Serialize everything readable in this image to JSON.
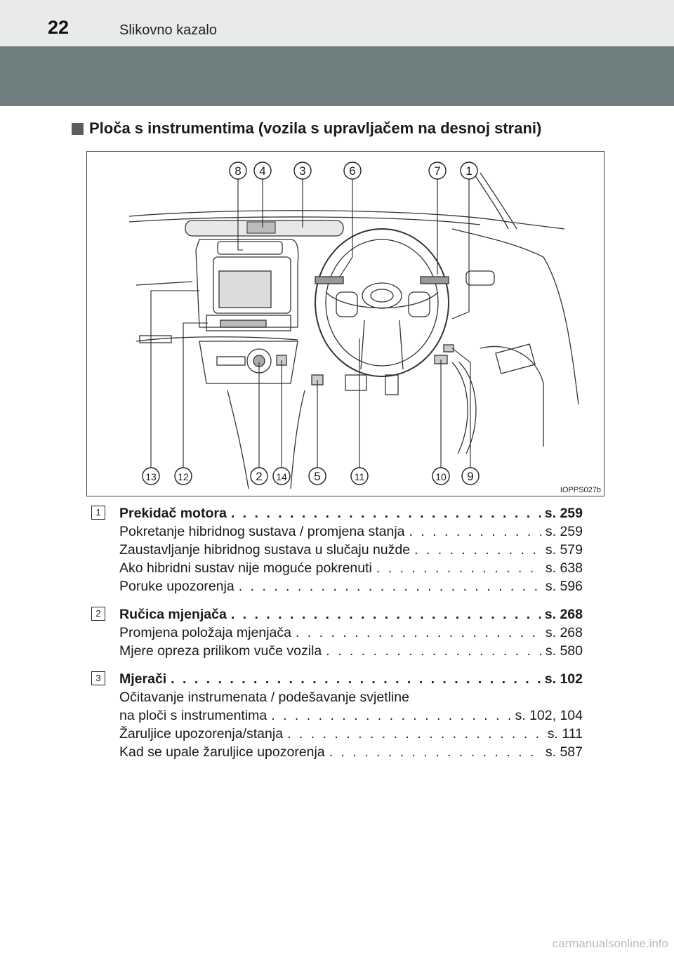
{
  "header": {
    "page_number": "22",
    "title": "Slikovno kazalo"
  },
  "section": {
    "heading": "Ploča s instrumentima (vozila s upravljačem na desnoj strani)"
  },
  "figure": {
    "code": "IOPPS027b",
    "callouts_top": [
      "8",
      "4",
      "3",
      "6",
      "7",
      "1"
    ],
    "callouts_bottom": [
      "13",
      "12",
      "2",
      "14",
      "5",
      "11",
      "10",
      "9"
    ]
  },
  "entries": [
    {
      "num": "1",
      "title": "Prekidač motora",
      "ref": "s. 259",
      "subs": [
        {
          "text": "Pokretanje hibridnog sustava / promjena stanja",
          "ref": "s. 259"
        },
        {
          "text": "Zaustavljanje hibridnog sustava u slučaju nužde",
          "ref": "s. 579"
        },
        {
          "text": "Ako hibridni sustav nije moguće pokrenuti",
          "ref": "s. 638"
        },
        {
          "text": "Poruke upozorenja",
          "ref": "s. 596"
        }
      ]
    },
    {
      "num": "2",
      "title": "Ručica mjenjača",
      "ref": "s. 268",
      "subs": [
        {
          "text": "Promjena položaja mjenjača",
          "ref": "s. 268"
        },
        {
          "text": "Mjere opreza prilikom vuče vozila",
          "ref": "s. 580"
        }
      ]
    },
    {
      "num": "3",
      "title": "Mjerači",
      "ref": "s. 102",
      "subs": [
        {
          "text": "Očitavanje instrumenata / podešavanje svjetline",
          "ref": ""
        },
        {
          "text": "na ploči s instrumentima",
          "ref": "s. 102, 104"
        },
        {
          "text": "Žaruljice upozorenja/stanja",
          "ref": "s. 111"
        },
        {
          "text": "Kad se upale žaruljice upozorenja",
          "ref": "s. 587"
        }
      ]
    }
  ],
  "watermark": "carmanualsonline.info"
}
